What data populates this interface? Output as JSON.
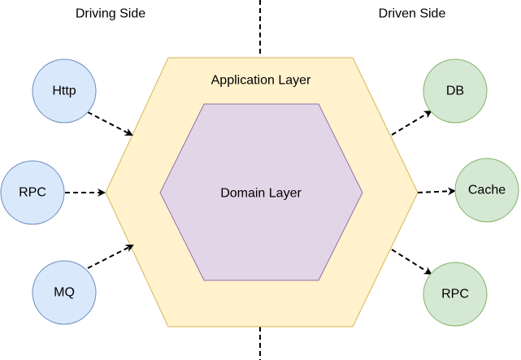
{
  "sides": {
    "driving": "Driving Side",
    "driven": "Driven Side"
  },
  "layers": {
    "application": "Application Layer",
    "domain": "Domain Layer"
  },
  "driving_nodes": [
    {
      "label": "Http"
    },
    {
      "label": "RPC"
    },
    {
      "label": "MQ"
    }
  ],
  "driven_nodes": [
    {
      "label": "DB"
    },
    {
      "label": "Cache"
    },
    {
      "label": "RPC"
    }
  ],
  "colors": {
    "application_fill": "#fff2cc",
    "application_stroke": "#d6b656",
    "domain_fill": "#e1d5e7",
    "domain_stroke": "#9673a6",
    "driving_fill": "#dae8fc",
    "driving_stroke": "#6c8ebf",
    "driven_fill": "#d5e8d4",
    "driven_stroke": "#82b366"
  }
}
